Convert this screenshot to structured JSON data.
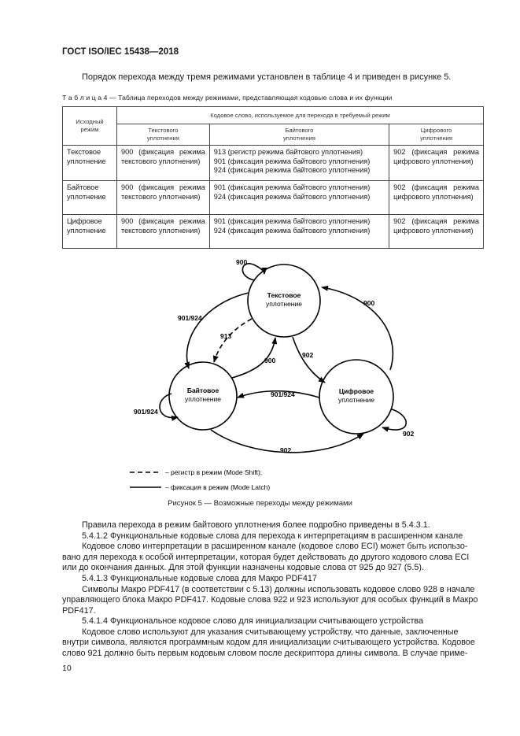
{
  "header": "ГОСТ ISO/IEC 15438—2018",
  "intro": "Порядок перехода между тремя режимами установлен в таблице 4 и приведен в рисунке 5.",
  "table": {
    "caption": "Т а б л и ц а  4  — Таблица переходов между режимами, представляющая кодовые слова и их функции",
    "col_source": [
      "Исходный",
      "режим"
    ],
    "col_group": "Кодовое слово, используемое для перехода в требуемый режим",
    "col_targets": [
      [
        "Текстового",
        "уплотнения"
      ],
      [
        "Байтового",
        "уплотнения"
      ],
      [
        "Цифрового",
        "уплотнения"
      ]
    ],
    "rows": [
      {
        "mode": [
          "Текстовое",
          "уплотнение"
        ],
        "text": "900 (фиксация режима текстового уплотнения)",
        "byte": [
          "913 (регистр режима байтового уплотнения)",
          "901 (фиксация режима байтового уплотнения)",
          "924 (фиксация режима байтового уплотнения)"
        ],
        "digit": "902 (фиксация режима цифрового уплотнения)"
      },
      {
        "mode": [
          "Байтовое",
          "уплотнение"
        ],
        "text": "900 (фиксация режима текстового уплотнения)",
        "byte": [
          "901 (фиксация режима байтового уплотнения)",
          "924 (фиксация режима байтового уплотнения)"
        ],
        "digit": "902 (фиксация режима цифрового уплотнения)"
      },
      {
        "mode": [
          "Цифровое",
          "уплотнение"
        ],
        "text": "900 (фиксация режима текстового уплотнения)",
        "byte": [
          "901 (фиксация режима байтового уплотнения)",
          "924 (фиксация режима байтового уплотнения)"
        ],
        "digit": "902 (фиксация режима цифрового уплотнения)"
      }
    ]
  },
  "figure": {
    "nodes": {
      "text": [
        "Текстовое",
        "уплотнение"
      ],
      "byte": [
        "Байтовое",
        "уплотнение"
      ],
      "digit": [
        "Цифровое",
        "уплотнение"
      ]
    },
    "labels": {
      "text_self": "900",
      "text_to_digit_outer": "900",
      "text_to_byte_outer": "901/924",
      "text_to_byte_shift": "913",
      "byte_to_text": "900",
      "text_to_digit": "902",
      "digit_to_byte": "901/924",
      "byte_self": "901/924",
      "digit_self": "902",
      "byte_to_digit": "902"
    },
    "legend": {
      "shift": "– регистр в режим (Mode Shift);",
      "latch": "– фиксация в режим (Mode Latch)"
    },
    "caption": "Рисунок 5 — Возможные переходы между режимами"
  },
  "body": {
    "p1": "Правила перехода в режим байтового уплотнения более подробно приведены в 5.4.3.1.",
    "h1": "5.4.1.2 Функциональные кодовые слова для перехода к интерпретациям в расширенном канале",
    "p2a": "Кодовое слово интерпретации в расширенном канале (кодовое слово ECI) может быть использо-",
    "p2b": "вано для перехода к особой интерпретации, которая будет действовать до другого кодового слова ECI",
    "p2c": "или до окончания данных. Для этой функции назначены кодовые слова от 925 до 927 (5.5).",
    "h2": "5.4.1.3 Функциональные кодовые слова для Макро PDF417",
    "p3a": "Символы Макро PDF417 (в соответствии с 5.13) должны использовать кодовое слово 928 в начале",
    "p3b": "управляющего блока Макро PDF417. Кодовые слова 922 и 923 используют для особых функций в Макро",
    "p3c": "PDF417.",
    "h3": "5.4.1.4 Функциональное кодовое слово для инициализации считывающего устройства",
    "p4a": "Кодовое слово используют для указания считывающему устройству, что данные, заключенные",
    "p4b": "внутри символа, являются программным кодом для инициализации считывающего устройства. Кодовое",
    "p4c": "слово 921 должно быть первым кодовым словом после дескриптора длины символа. В случае приме-"
  },
  "page_number": "10"
}
